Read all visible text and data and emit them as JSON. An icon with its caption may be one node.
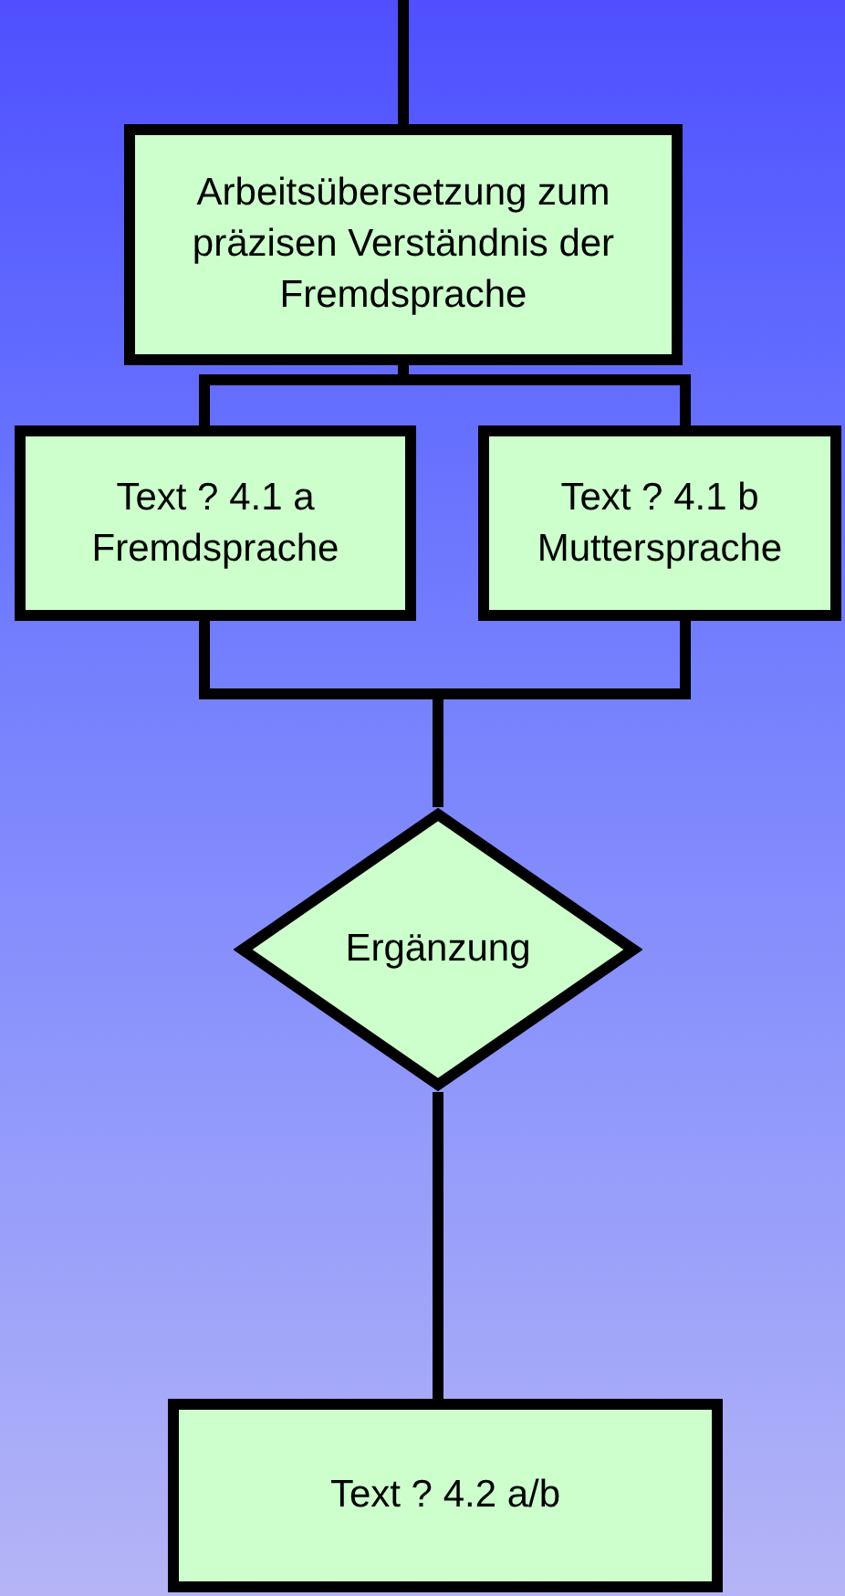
{
  "diagram": {
    "nodes": [
      {
        "text": [
          "Arbeitsübersetzung zum präzisen Verständnis der Fremdsprache"
        ]
      },
      {
        "text": [
          "Text ? 4.1 a Fremdsprache"
        ]
      },
      {
        "text": [
          "Text ? 4.1 b Muttersprache"
        ]
      },
      {
        "text": [
          "Ergänzung"
        ]
      },
      {
        "text": [
          "Text ? 4.2 a/b"
        ]
      }
    ],
    "edges": [
      {
        "from": null,
        "to": 0,
        "arrow": "none"
      },
      {
        "from": 0,
        "to": 1,
        "arrow": "none"
      },
      {
        "from": 0,
        "to": 2,
        "arrow": "none"
      },
      {
        "from": 1,
        "to": 3,
        "arrow": "none"
      },
      {
        "from": 2,
        "to": 3,
        "arrow": "none"
      },
      {
        "from": 3,
        "to": 4,
        "arrow": "none"
      }
    ]
  }
}
